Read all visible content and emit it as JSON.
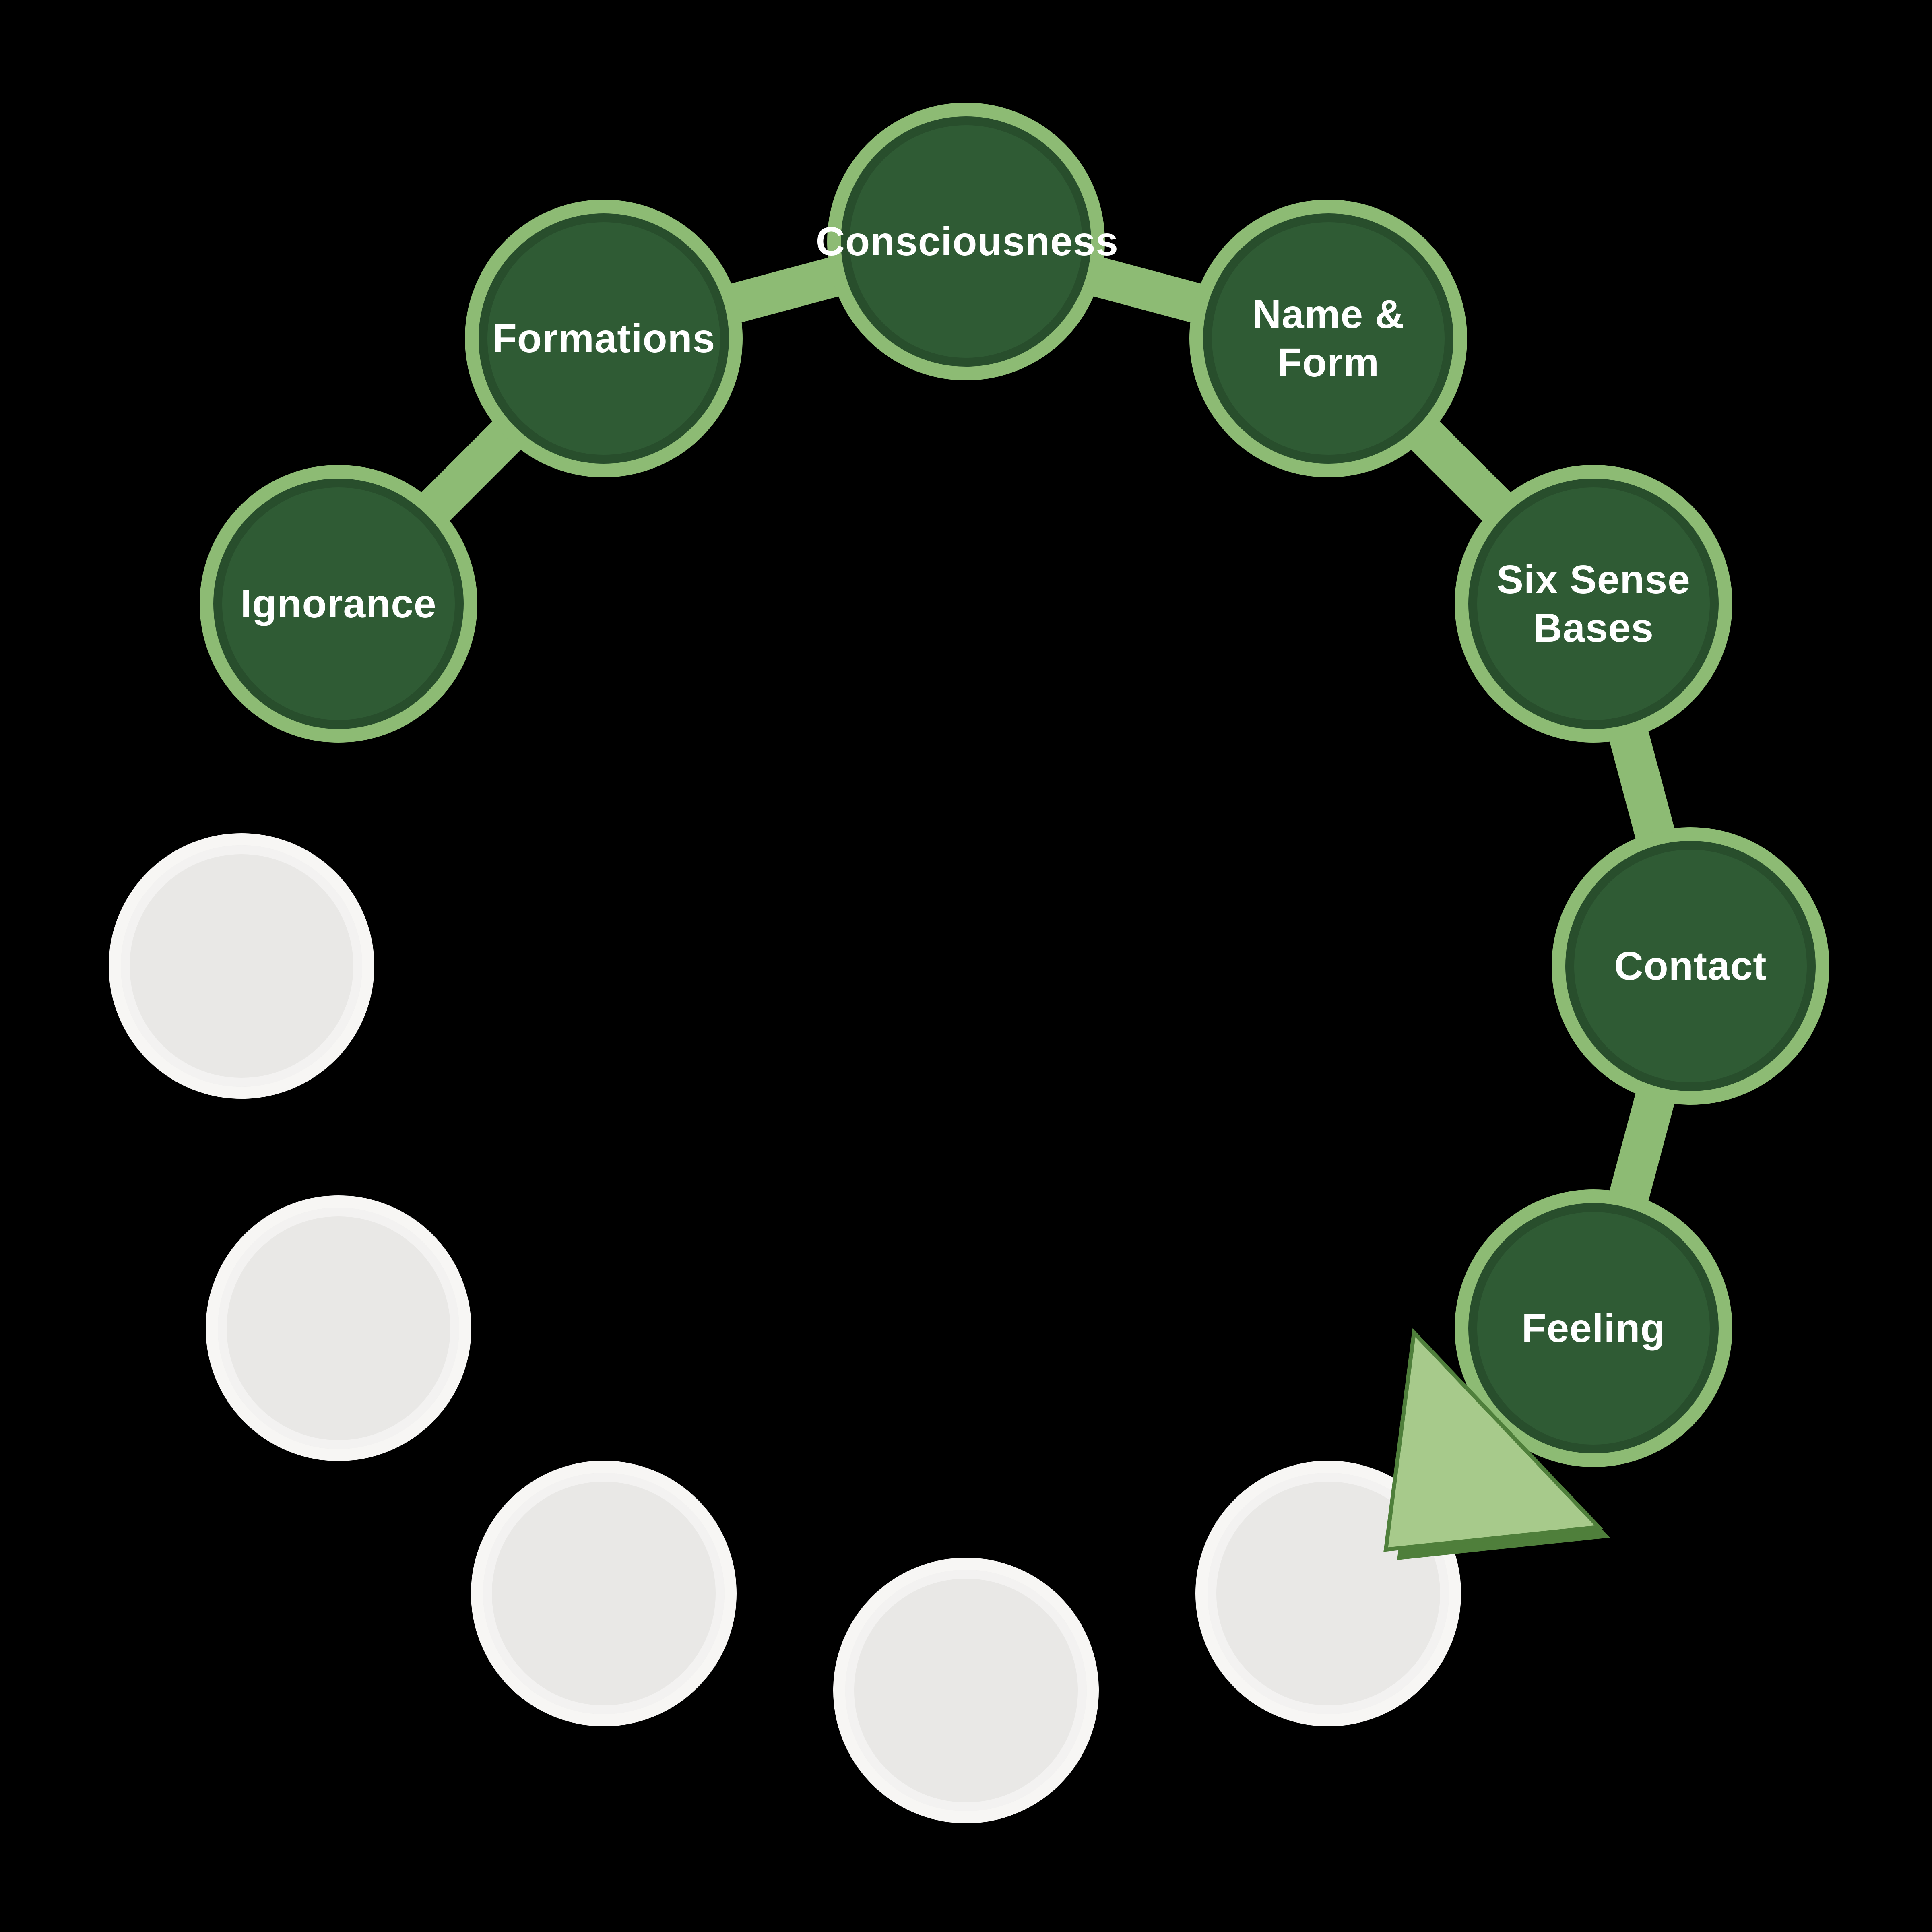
{
  "diagram": {
    "kind": "cycle",
    "filled_count": 7,
    "empty_count": 5
  },
  "colors": {
    "background": "#000000",
    "node_fill": "#2f5b34",
    "node_border": "#8dbb74",
    "link": "#8dbb74",
    "empty_fill": "#e9e8e6",
    "empty_border": "#f7f6f4",
    "arrow_fill": "#a7ca8b",
    "arrow_edge": "#4f7f3b",
    "label_color": "#ffffff"
  },
  "nodes": [
    {
      "id": "ignorance",
      "label": "Ignorance",
      "state": "filled"
    },
    {
      "id": "formations",
      "label": "Formations",
      "state": "filled"
    },
    {
      "id": "consciousness",
      "label": "Consciousness",
      "state": "filled"
    },
    {
      "id": "name-form",
      "label": "Name &\nForm",
      "state": "filled"
    },
    {
      "id": "six-sense-bases",
      "label": "Six Sense\nBases",
      "state": "filled"
    },
    {
      "id": "contact",
      "label": "Contact",
      "state": "filled"
    },
    {
      "id": "feeling",
      "label": "Feeling",
      "state": "filled"
    },
    {
      "id": "empty-1",
      "label": "",
      "state": "empty"
    },
    {
      "id": "empty-2",
      "label": "",
      "state": "empty"
    },
    {
      "id": "empty-3",
      "label": "",
      "state": "empty"
    },
    {
      "id": "empty-4",
      "label": "",
      "state": "empty"
    },
    {
      "id": "empty-5",
      "label": "",
      "state": "empty"
    }
  ]
}
